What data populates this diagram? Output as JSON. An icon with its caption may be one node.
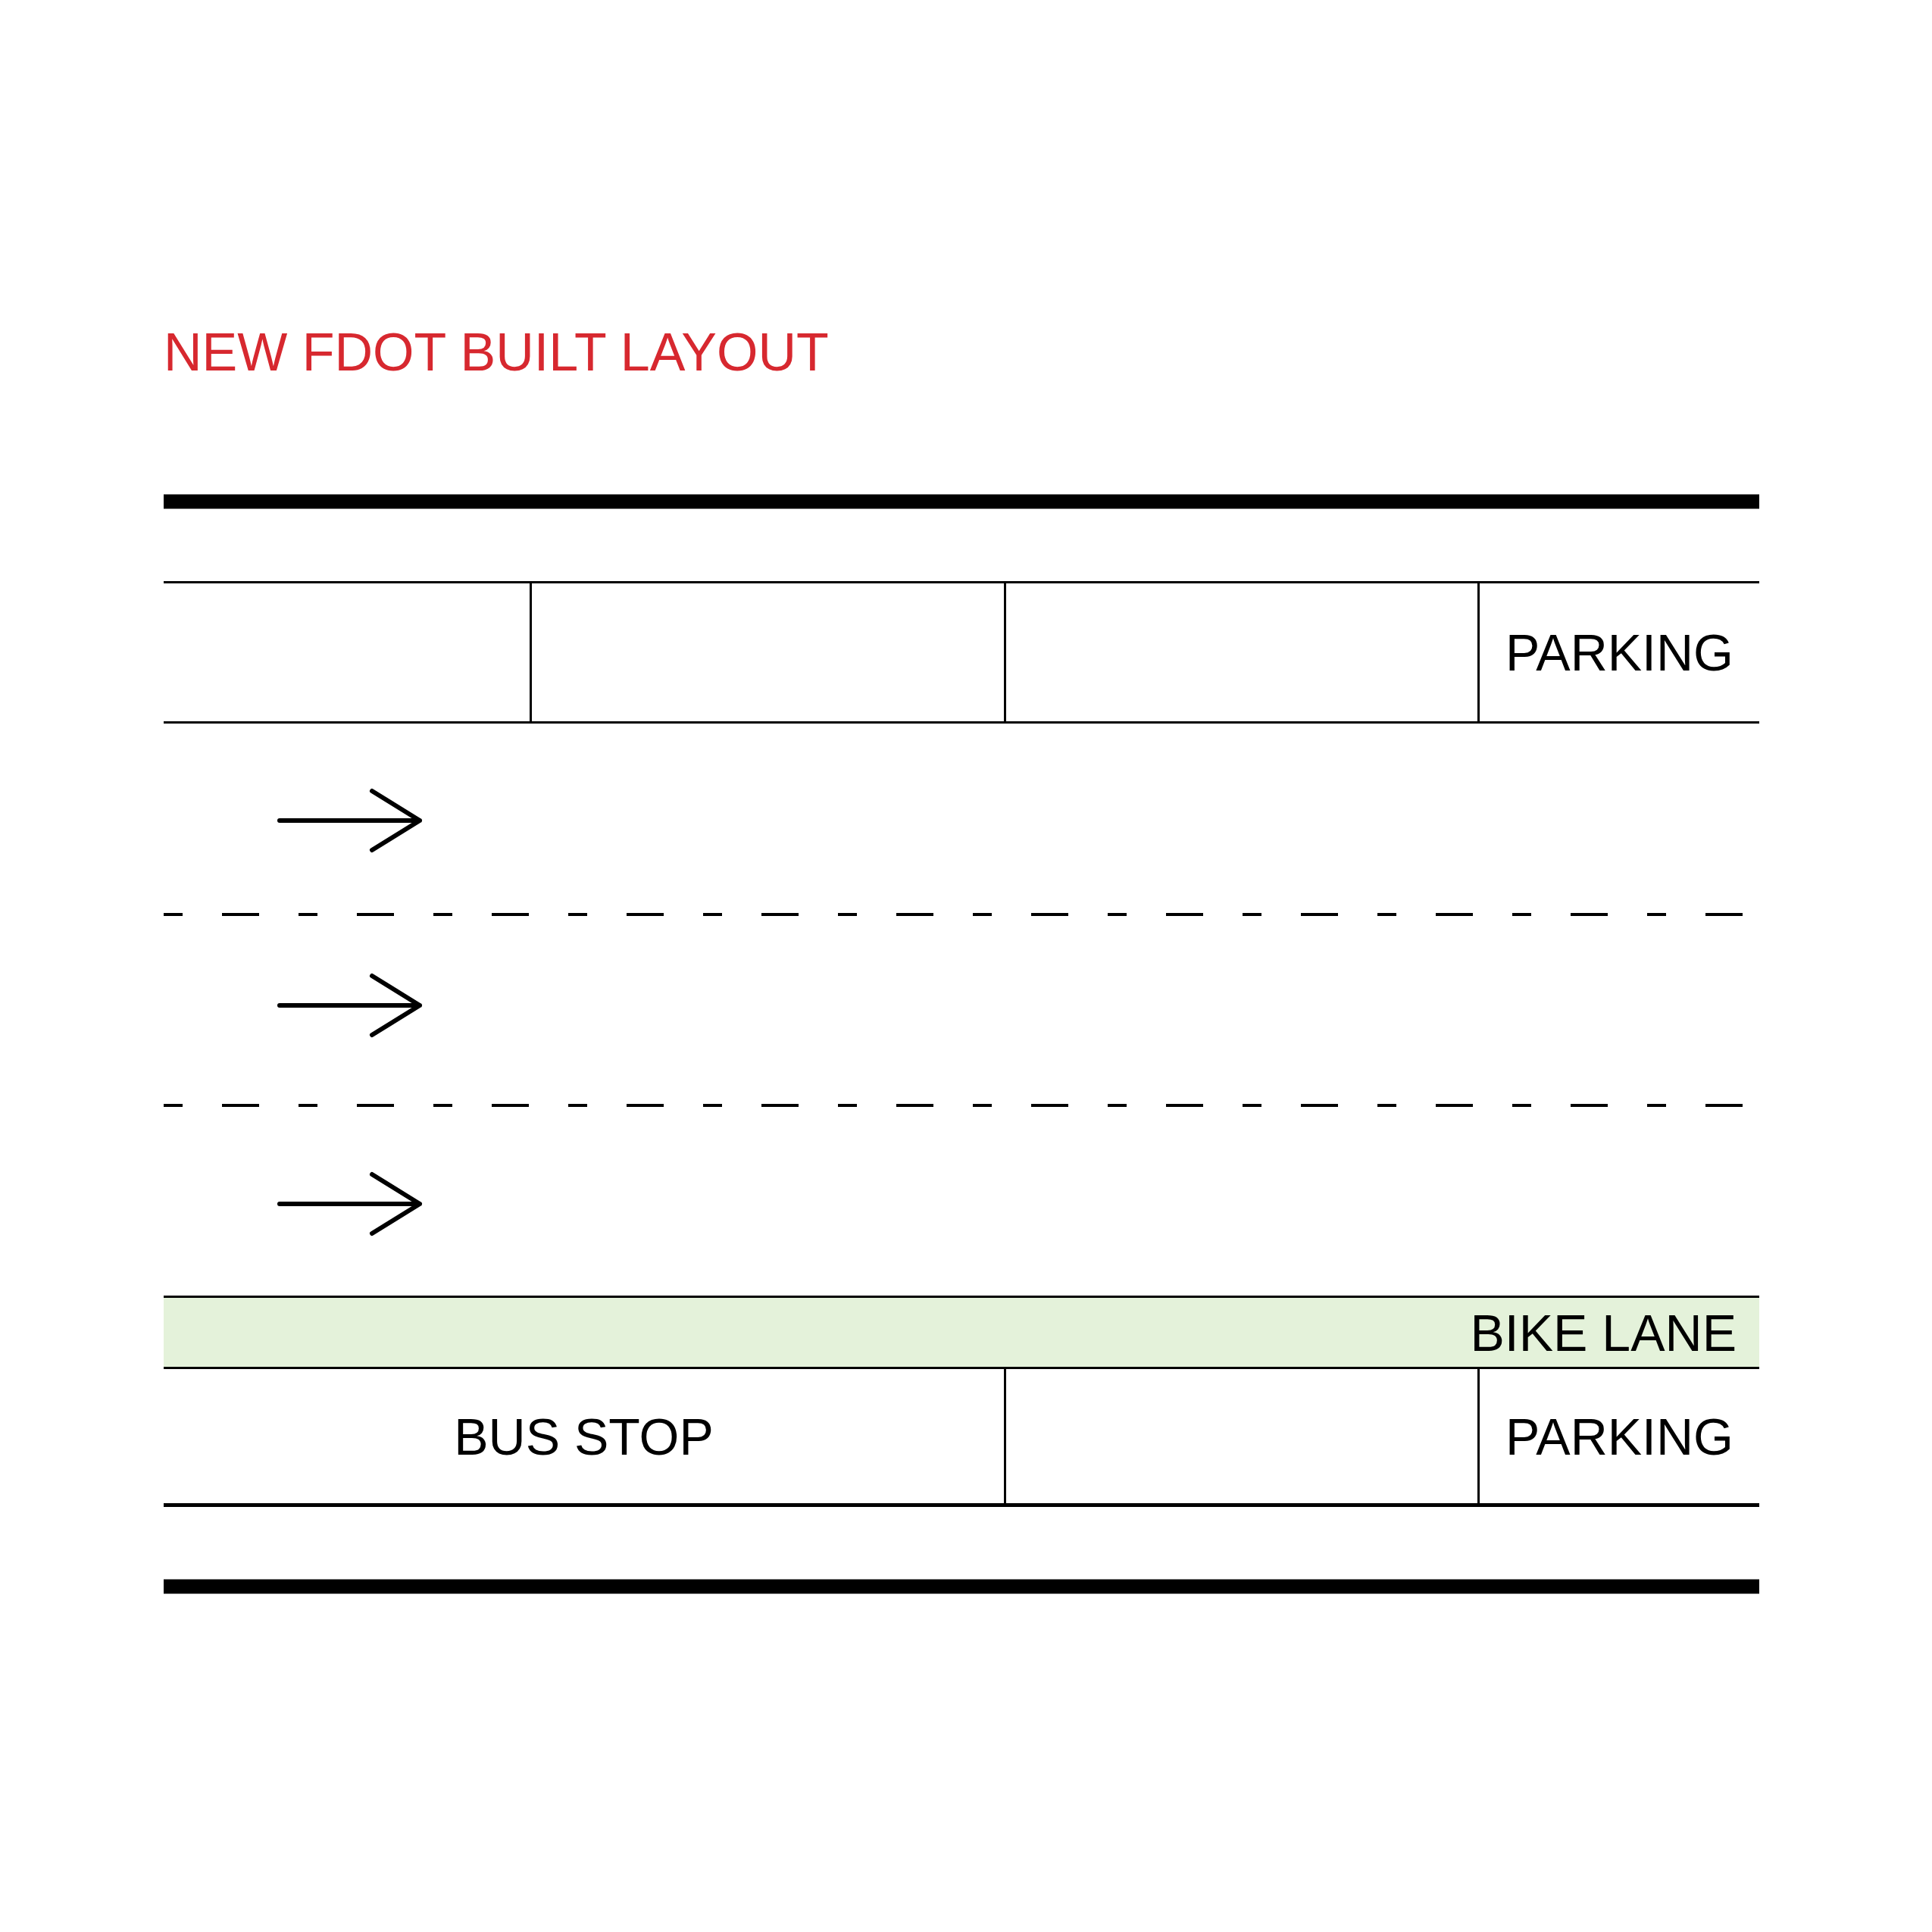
{
  "diagram": {
    "title": "NEW FDOT BUILT LAYOUT",
    "nodes": [
      {
        "text": [],
        "shape": "box"
      },
      {
        "text": [],
        "shape": "box"
      },
      {
        "text": [],
        "shape": "box"
      },
      {
        "text": [
          "PARKING"
        ]
      },
      {
        "text": [
          "BIKE LANE"
        ]
      },
      {
        "text": [
          "BUS STOP"
        ]
      },
      {
        "text": [],
        "shape": "box"
      },
      {
        "text": [
          "PARKING"
        ]
      }
    ]
  }
}
